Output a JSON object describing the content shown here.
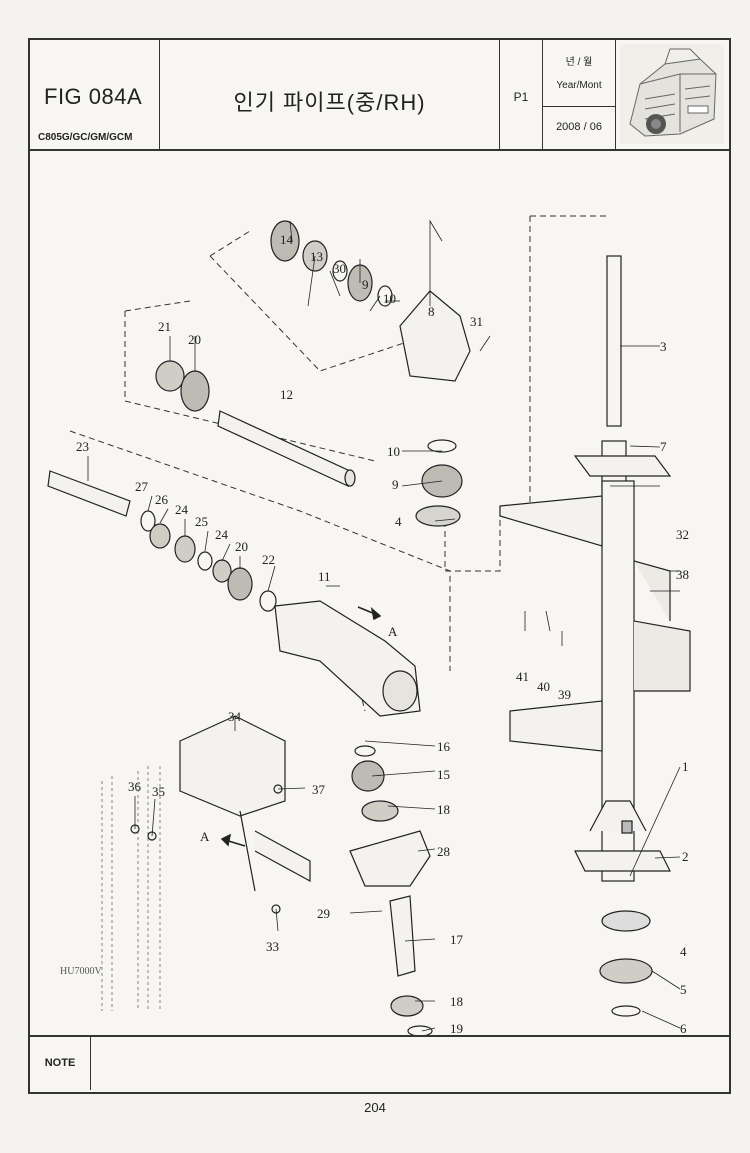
{
  "header": {
    "fig_number": "FIG 084A",
    "models": "C805G/GC/GM/GCM",
    "title": "인기 파이프(중/RH)",
    "page_code": "P1",
    "date_label_ko": "년 / 월",
    "date_label_en": "Year/Mont",
    "date_value": "2008 / 06"
  },
  "drawing": {
    "drawing_code": "HU7000V",
    "view_arrow_label": "A",
    "callouts": [
      "1",
      "2",
      "3",
      "4",
      "5",
      "6",
      "7",
      "8",
      "9",
      "10",
      "11",
      "12",
      "13",
      "14",
      "15",
      "16",
      "17",
      "18",
      "19",
      "20",
      "21",
      "22",
      "23",
      "24",
      "25",
      "26",
      "27",
      "28",
      "29",
      "30",
      "31",
      "32",
      "33",
      "34",
      "35",
      "36",
      "37",
      "38",
      "39",
      "40",
      "41"
    ]
  },
  "note": {
    "label": "NOTE"
  },
  "footer": {
    "page_number": "204"
  }
}
